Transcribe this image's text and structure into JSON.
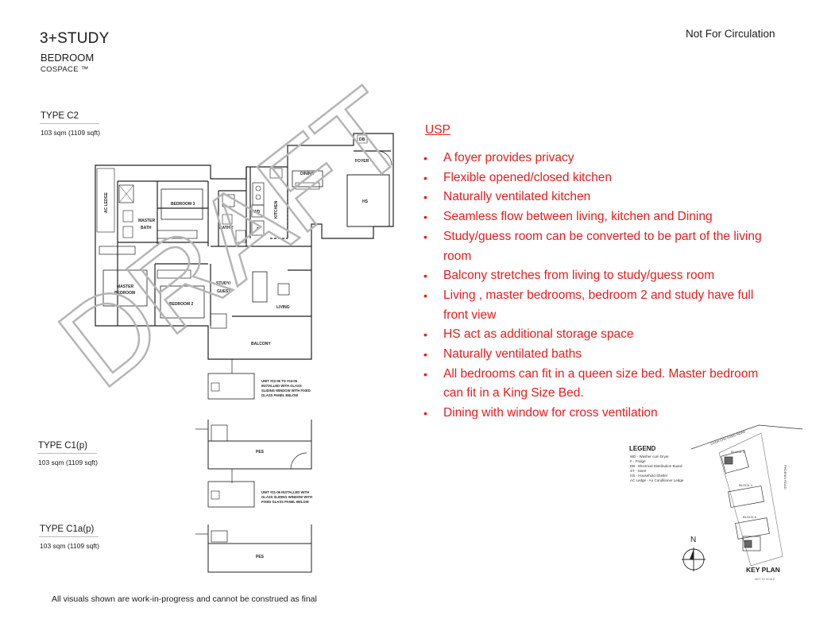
{
  "header": {
    "title": "3+STUDY",
    "subtitle": "BEDROOM",
    "brand": "COSPACE ™",
    "circulation": "Not For Circulation"
  },
  "types": [
    {
      "label": "TYPE C2",
      "area": "103 sqm  (1109  sqft)"
    },
    {
      "label": "TYPE C1(p)",
      "area": "103 sqm  (1109  sqft)"
    },
    {
      "label": "TYPE C1a(p)",
      "area": "103 sqm  (1109  sqft)"
    }
  ],
  "usp": {
    "title": "USP",
    "items": [
      "A foyer provides privacy",
      "Flexible opened/closed kitchen",
      "Naturally ventilated kitchen",
      "Seamless flow between living, kitchen and Dining",
      "Study/guess room can be converted to be part of the living room",
      "Balcony stretches from living to study/guess room",
      "Living , master bedrooms, bedroom 2 and study have full front view",
      "HS act as additional storage space",
      "Naturally ventilated baths",
      "All bedrooms can fit in a queen size bed. Master bedroom can fit in a King Size Bed.",
      "Dining with window for cross ventilation"
    ]
  },
  "watermark": "DRAFT",
  "floorplan": {
    "rooms": {
      "ac_ledge": "AC LEDGE",
      "bedroom3": "BEDROOM  3",
      "master_bath_1": "MASTER",
      "master_bath_2": "BATH",
      "bath2": "BATH  2",
      "wd": "WD",
      "kitchen": "KITCHEN",
      "f": "F",
      "dining": "DINING",
      "db": "DB",
      "foyer": "FOYER",
      "hs": "HS",
      "master_bedroom_1": "MASTER",
      "master_bedroom_2": "BEDROOM",
      "study_1": "STUDY/",
      "study_2": "GUEST",
      "bedroom2": "BEDROOM  2",
      "living": "LIVING",
      "balcony": "BALCONY",
      "pes": "PES"
    },
    "notes": {
      "c2_1": "UNIT #02-06 TO #04-06",
      "c2_2": "INSTALLED WITH GLASS",
      "c2_3": "SLIDING WINDOW WITH FIXED",
      "c2_4": "GLASS PANEL BELOW",
      "c1_1": "UNIT #01-06 INSTALLED WITH",
      "c1_2": "GLASS SLIDING WINDOW WITH",
      "c1_3": "FIXED GLASS PANEL BELOW"
    }
  },
  "legend": {
    "title": "LEGEND",
    "rows": [
      "WD   -   Washer cum Dryer",
      "F      -   Fridge",
      "DB    -   Electrical Distribution Board",
      "ST     -   Store",
      "HS    -   Household Shelter",
      "AC Ledge -  Air Conditioner Ledge"
    ]
  },
  "keyplan": {
    "title": "KEY PLAN",
    "subtitle": "NOT TO SCALE",
    "north": "N",
    "road1": "CHOA CHU KANG ROAD",
    "road2": "PHOENIX ROAD",
    "block1": "BLOCK 3",
    "block2": "BLOCK 4",
    "block3": "BLOCK 6"
  },
  "footer": "All visuals shown are work-in-progress and cannot be construed as final"
}
